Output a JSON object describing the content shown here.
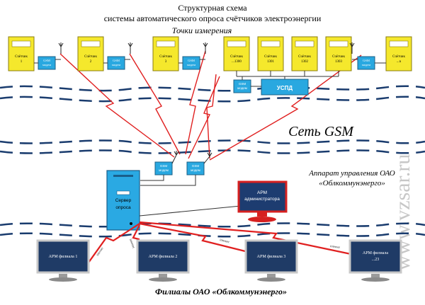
{
  "title_line1": "Структурная схема",
  "title_line2": "системы автоматического опроса счётчиков электроэнергии",
  "measurement_points_label": "Точки измерения",
  "gsm_network_label": "Сеть GSM",
  "control_unit_line1": "Аппарат управления ОАО",
  "control_unit_line2": "«Облкоммунэнерго»",
  "branches_label": "Филиалы ОАО «Облкоммунэнерго»",
  "watermark": "www.vzsar.ru",
  "meters": [
    {
      "line1": "Счётчик",
      "line2": "1"
    },
    {
      "line1": "Счётчик",
      "line2": "2"
    },
    {
      "line1": "Счётчик",
      "line2": "3"
    },
    {
      "line1": "Счётчик",
      "line2": "...1300"
    },
    {
      "line1": "Счётчик",
      "line2": "1301"
    },
    {
      "line1": "Счётчик",
      "line2": "1302"
    },
    {
      "line1": "Счётчик",
      "line2": "1303"
    },
    {
      "line1": "Счётчик",
      "line2": "...n"
    }
  ],
  "modem_line1": "GSM",
  "modem_line2": "модем",
  "uspd_label": "УСПД",
  "server_line1": "Сервер",
  "server_line2": "опроса",
  "admin_line1": "АРМ",
  "admin_line2": "администратора",
  "branches": [
    {
      "line1": "АРМ филиала 1",
      "line2": ""
    },
    {
      "line1": "АРМ филиала 2",
      "line2": ""
    },
    {
      "line1": "АРМ филиала 3",
      "line2": ""
    },
    {
      "line1": "АРМ филиала",
      "line2": "...23"
    }
  ],
  "internet_label": "internet",
  "colors": {
    "meter_fill": "#f5e82c",
    "modem_fill": "#29a8e0",
    "server_fill": "#2aa9e3",
    "monitor_screen": "#1f3b66",
    "admin_screen": "#1d3c70",
    "link_red": "#e02020",
    "wave_navy": "#1a3c6e",
    "cable": "#333333"
  }
}
